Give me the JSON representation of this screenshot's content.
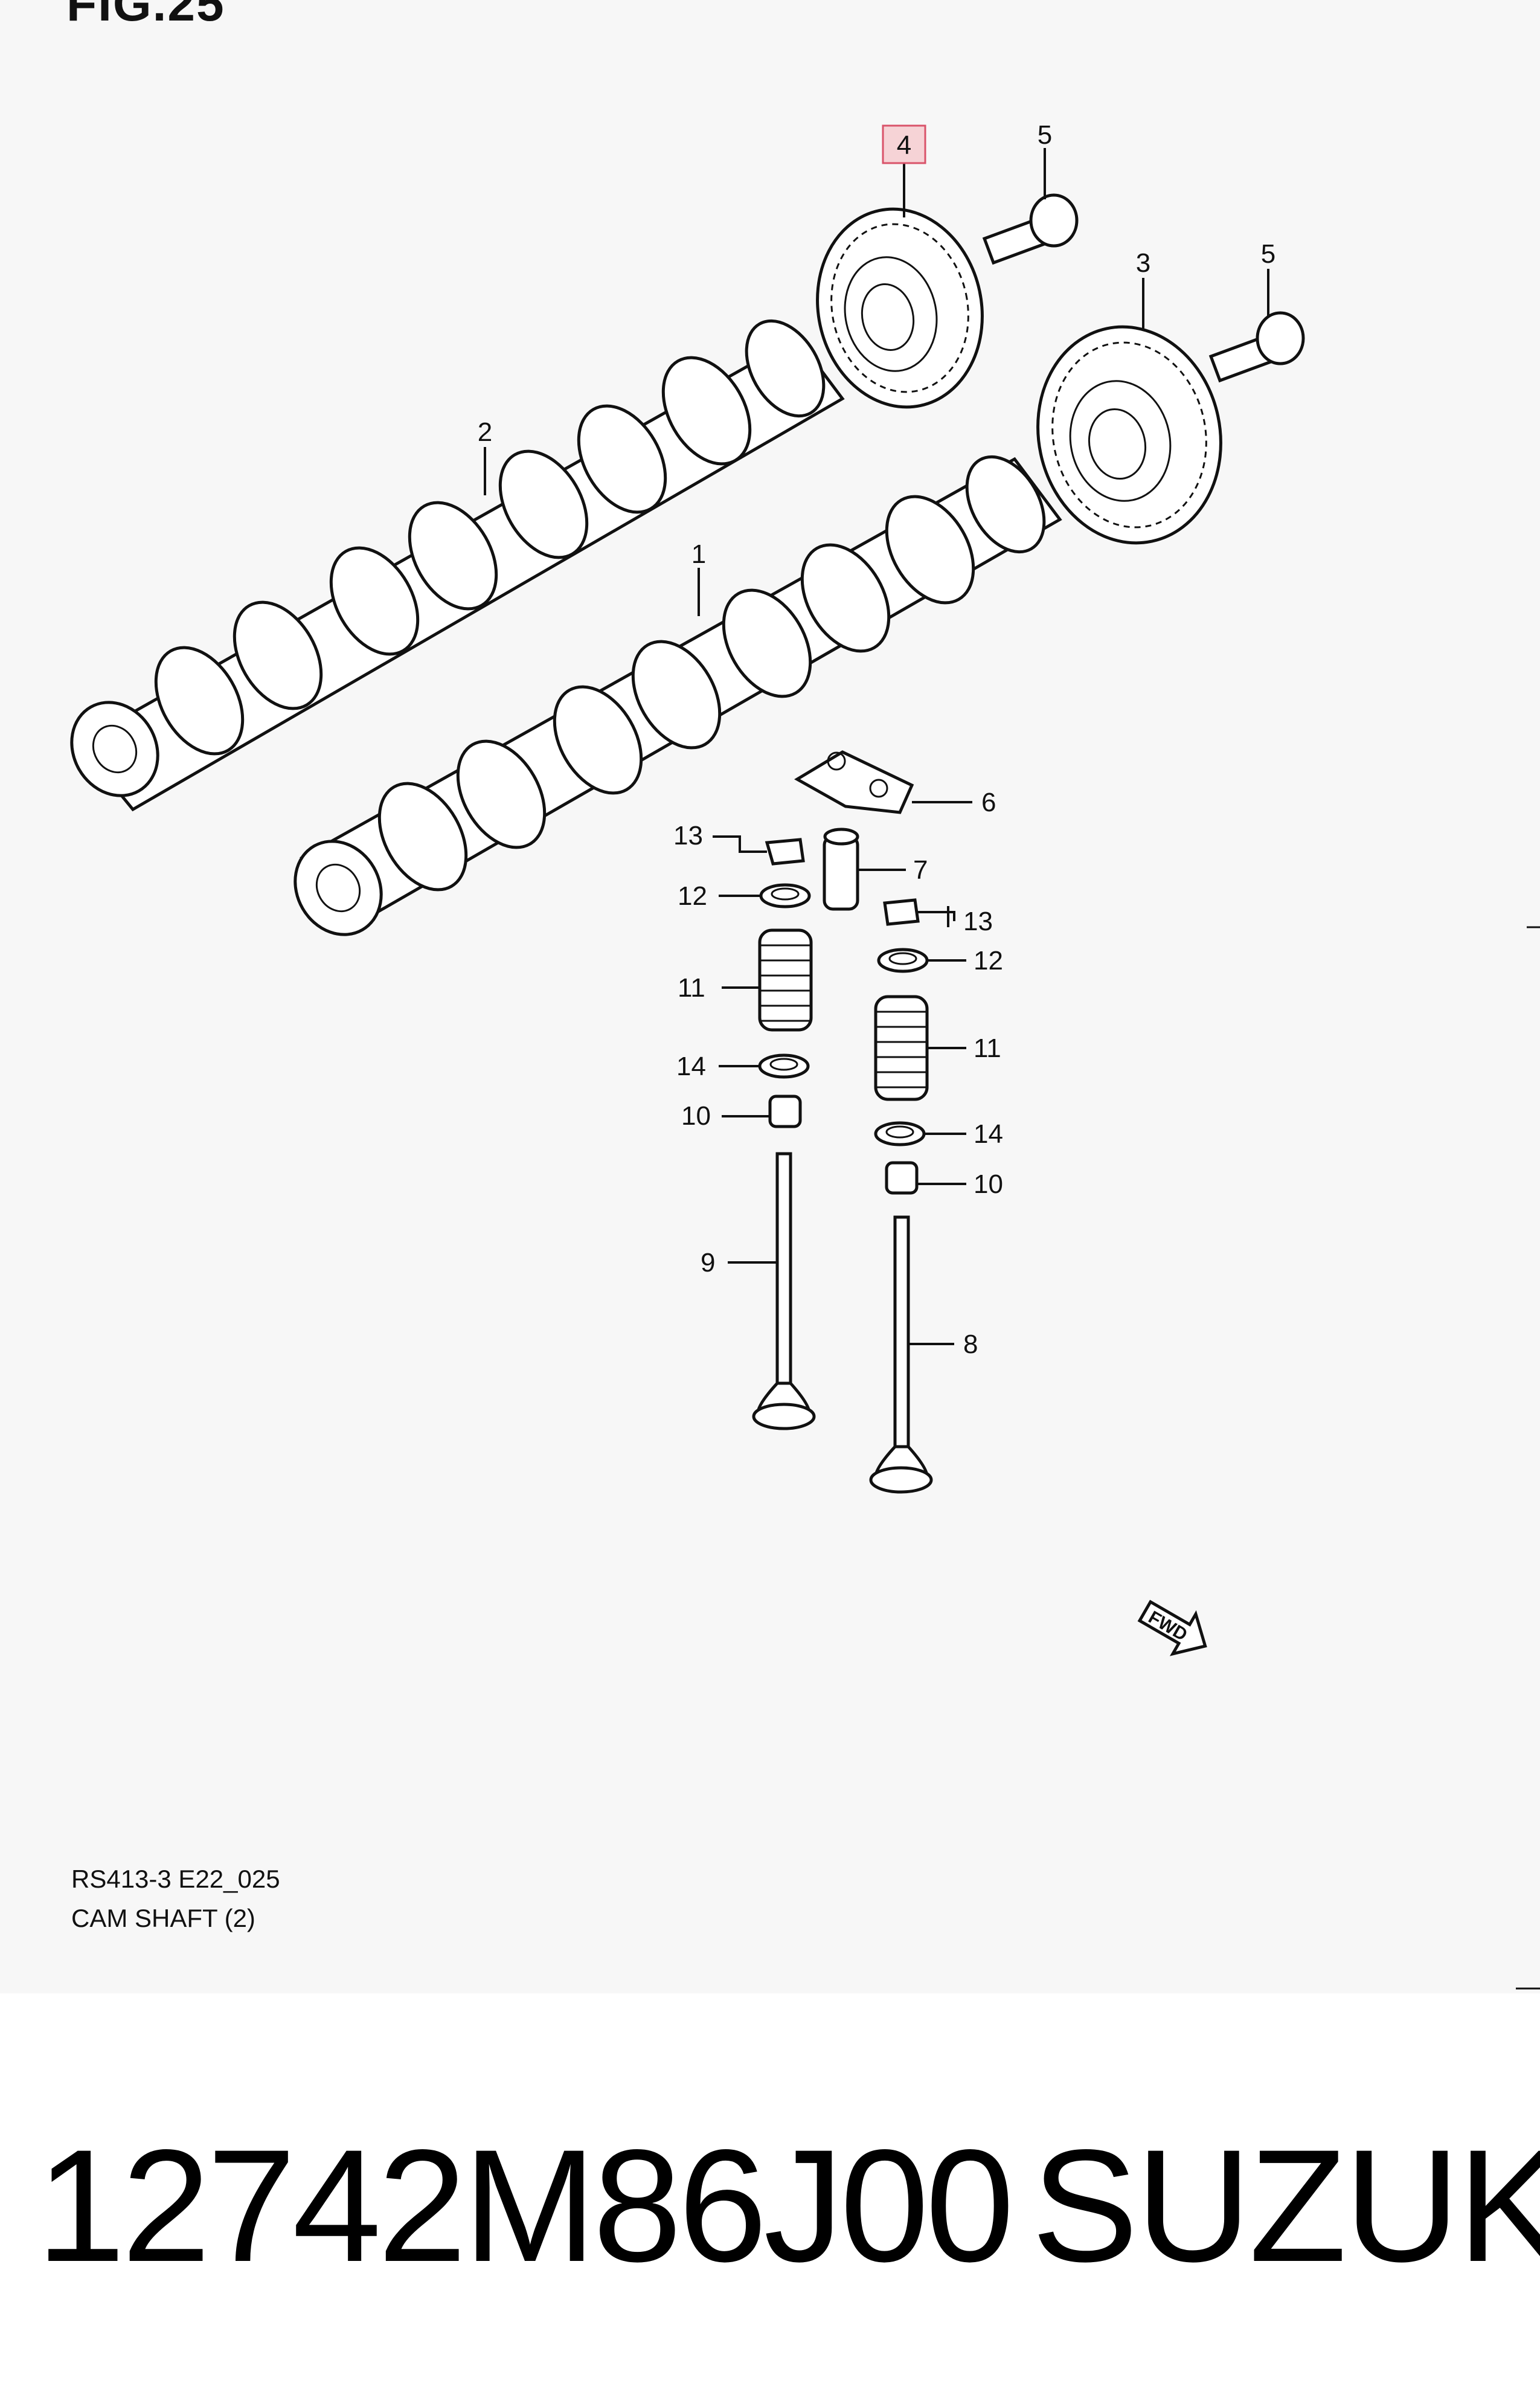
{
  "figure": {
    "title": "FIG.25"
  },
  "callouts": [
    {
      "id": "4",
      "highlighted": true
    },
    {
      "id": "5"
    },
    {
      "id": "3"
    },
    {
      "id": "5"
    },
    {
      "id": "2"
    },
    {
      "id": "1"
    },
    {
      "id": "6"
    },
    {
      "id": "13"
    },
    {
      "id": "7"
    },
    {
      "id": "12"
    },
    {
      "id": "13"
    },
    {
      "id": "11"
    },
    {
      "id": "12"
    },
    {
      "id": "11"
    },
    {
      "id": "14"
    },
    {
      "id": "10"
    },
    {
      "id": "14"
    },
    {
      "id": "10"
    },
    {
      "id": "9"
    },
    {
      "id": "8"
    }
  ],
  "fwd_label": "FWD",
  "reference": {
    "code": "RS413-3 E22_025",
    "name": "CAM SHAFT (2)"
  },
  "caption": {
    "part_number": "12742M86J00",
    "brand": "SUZUKI"
  },
  "colors": {
    "highlight_fill": "#f6d3d6",
    "highlight_stroke": "#d9536a",
    "panel_bg": "#f7f7f7"
  }
}
